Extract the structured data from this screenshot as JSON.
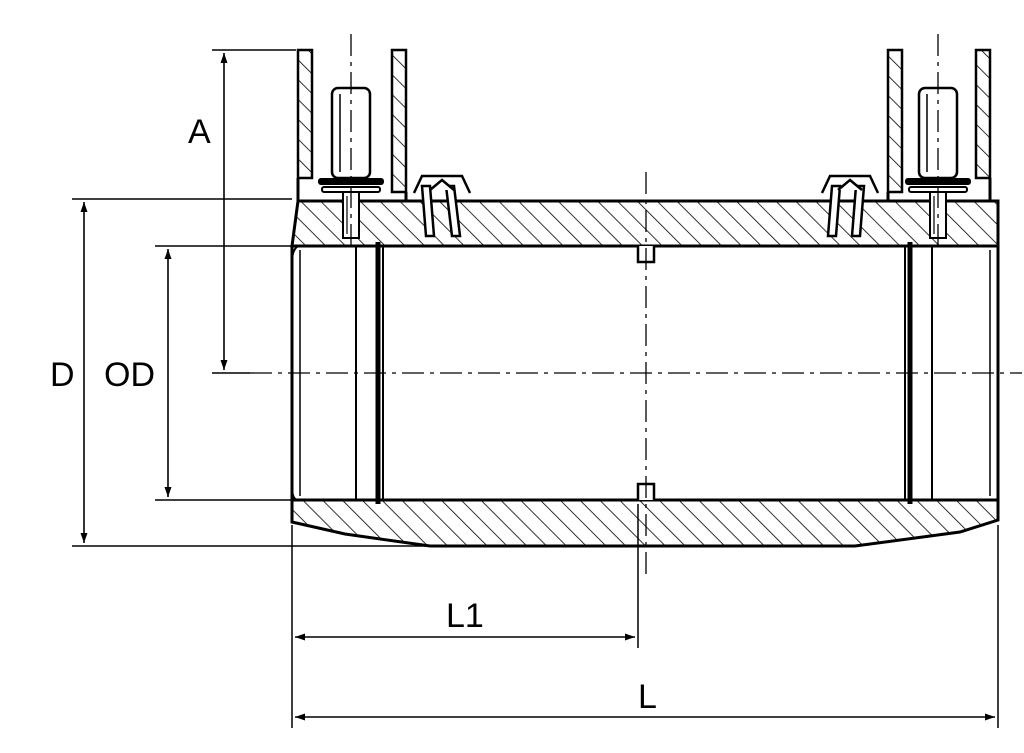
{
  "labels": {
    "a": "A",
    "d": "D",
    "od": "OD",
    "l1": "L1",
    "l": "L"
  },
  "colors": {
    "line": "#000000",
    "background": "#ffffff"
  }
}
